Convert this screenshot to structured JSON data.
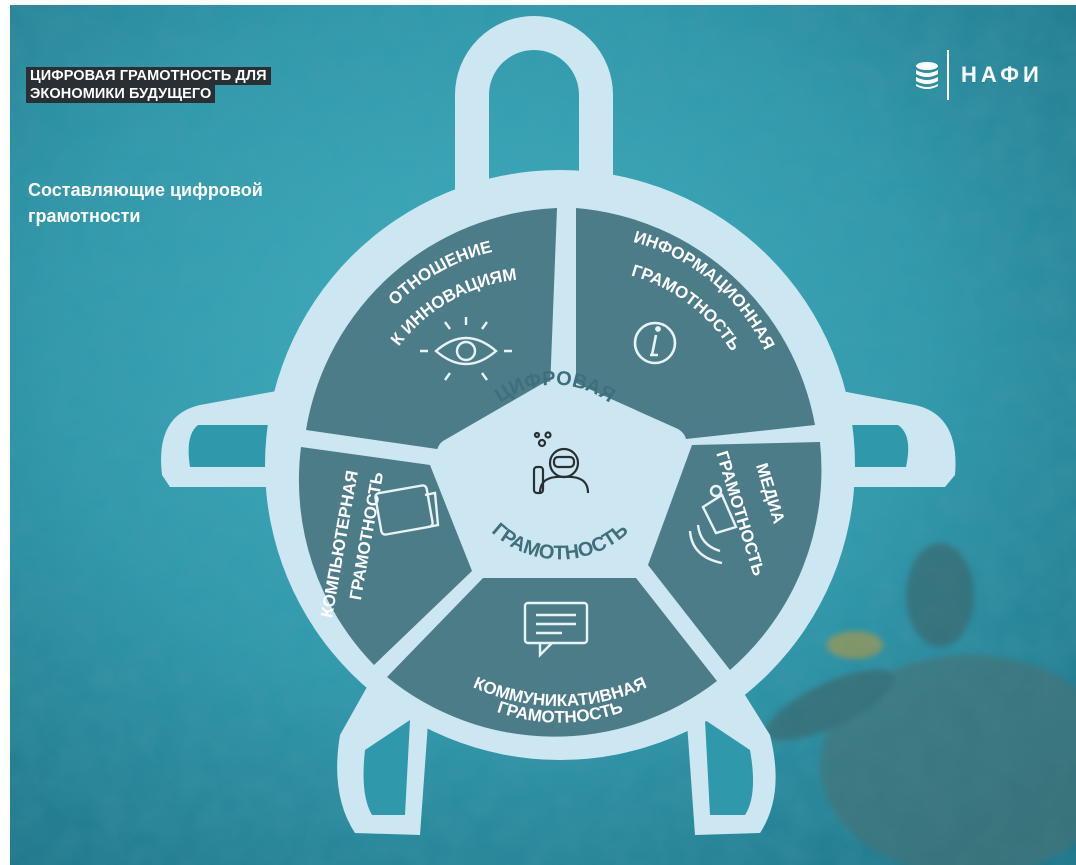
{
  "header": {
    "title_line1": "ЦИФРОВАЯ ГРАМОТНОСТЬ ДЛЯ",
    "title_line2": "ЭКОНОМИКИ БУДУЩЕГО",
    "subtitle": "Составляющие цифровой грамотности"
  },
  "logo": {
    "text": "НАФИ",
    "icon": "nafi-logo-icon"
  },
  "center": {
    "line1": "ЦИФРОВАЯ",
    "line2": "ГРАМОТНОСТЬ",
    "icon": "diver-icon"
  },
  "segments": [
    {
      "id": "innovation",
      "line1": "ОТНОШЕНИЕ",
      "line2": "К ИННОВАЦИЯМ",
      "icon": "eye-icon"
    },
    {
      "id": "information",
      "line1": "ИНФОРМАЦИОННАЯ",
      "line2": "ГРАМОТНОСТЬ",
      "icon": "info-icon"
    },
    {
      "id": "media",
      "line1": "МЕДИА",
      "line2": "ГРАМОТНОСТЬ",
      "icon": "speaker-icon"
    },
    {
      "id": "communication",
      "line1": "КОММУНИКАТИВНАЯ",
      "line2": "ГРАМОТНОСТЬ",
      "icon": "chat-icon"
    },
    {
      "id": "computer",
      "line1": "КОМПЬЮТЕРНАЯ",
      "line2": "ГРАМОТНОСТЬ",
      "icon": "monitor-icon"
    }
  ],
  "colors": {
    "water_light": "#3aa7b8",
    "water_dark": "#1d7f91",
    "shell_outline": "#cde7f2",
    "segment_fill": "#4d7c89",
    "center_fill": "#cde7f2",
    "center_text": "#3f6f7c",
    "title_bg": "#2a2f33"
  }
}
